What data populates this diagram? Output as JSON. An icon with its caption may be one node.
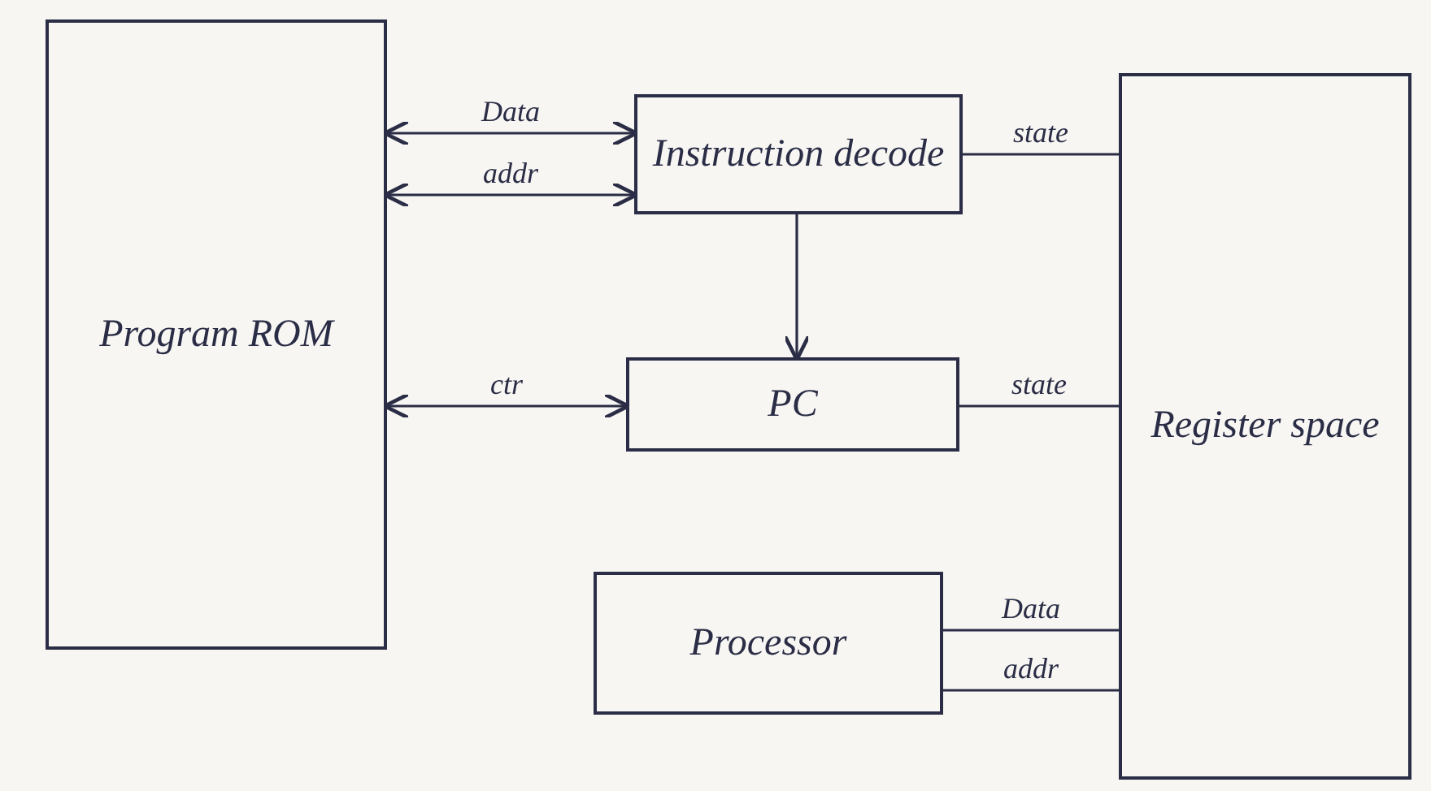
{
  "diagram": {
    "nodes": [
      {
        "text": [
          "Program ROM"
        ]
      },
      {
        "text": [
          "Instruction decode"
        ]
      },
      {
        "text": [
          "PC"
        ]
      },
      {
        "text": [
          "Processor"
        ]
      },
      {
        "text": [
          "Register space"
        ]
      }
    ],
    "edges": [
      {
        "from": 0,
        "to": 1,
        "arrow": "both",
        "label": "Data"
      },
      {
        "from": 0,
        "to": 1,
        "arrow": "both",
        "label": "addr"
      },
      {
        "from": 1,
        "to": 2,
        "arrow": "to"
      },
      {
        "from": 0,
        "to": 2,
        "arrow": "both",
        "label": "ctr"
      },
      {
        "from": 1,
        "to": 4,
        "arrow": "none",
        "label": "state"
      },
      {
        "from": 2,
        "to": 4,
        "arrow": "none",
        "label": "state"
      },
      {
        "from": 3,
        "to": 4,
        "arrow": "none",
        "label": "Data"
      },
      {
        "from": 3,
        "to": 4,
        "arrow": "none",
        "label": "addr"
      }
    ]
  }
}
